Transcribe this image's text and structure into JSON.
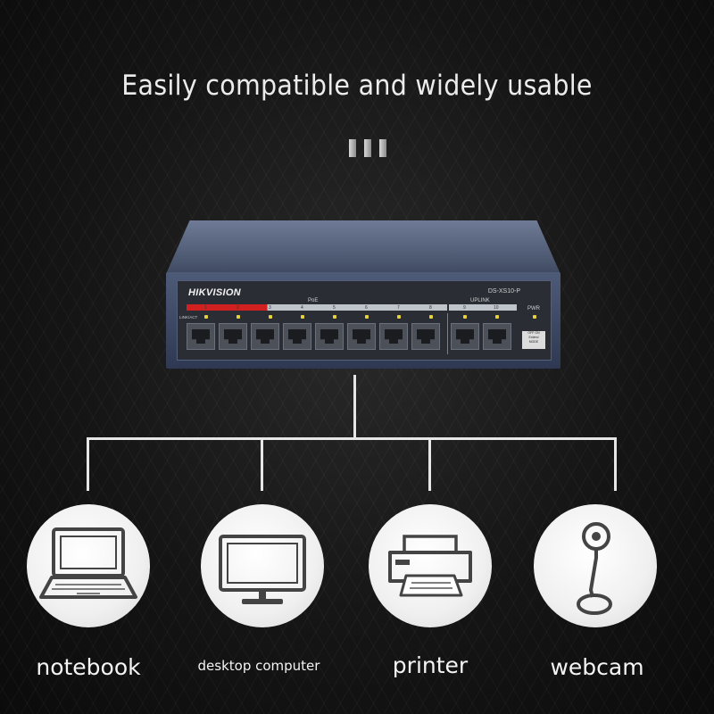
{
  "headline": "Easily compatible and widely usable",
  "switch": {
    "brand": "HIKVISION",
    "model": "DS-XS10-P",
    "poe_label": "PoE",
    "uplink_label": "UPLINK",
    "pwr_label": "PWR",
    "link_label": "LINK/ACT",
    "port_numbers": [
      "1",
      "2",
      "3",
      "4",
      "5",
      "6",
      "7",
      "8",
      "9",
      "10"
    ],
    "dip_lines": [
      "OFF ON",
      "Extend",
      "MODE"
    ],
    "colors": {
      "body": "#4e5b78",
      "poe_stripe": "#d02020",
      "led": "#e7d23a"
    }
  },
  "devices": [
    {
      "name": "notebook",
      "icon": "laptop-icon"
    },
    {
      "name": "desktop computer",
      "icon": "monitor-icon"
    },
    {
      "name": "printer",
      "icon": "printer-icon"
    },
    {
      "name": "webcam",
      "icon": "webcam-icon"
    }
  ]
}
